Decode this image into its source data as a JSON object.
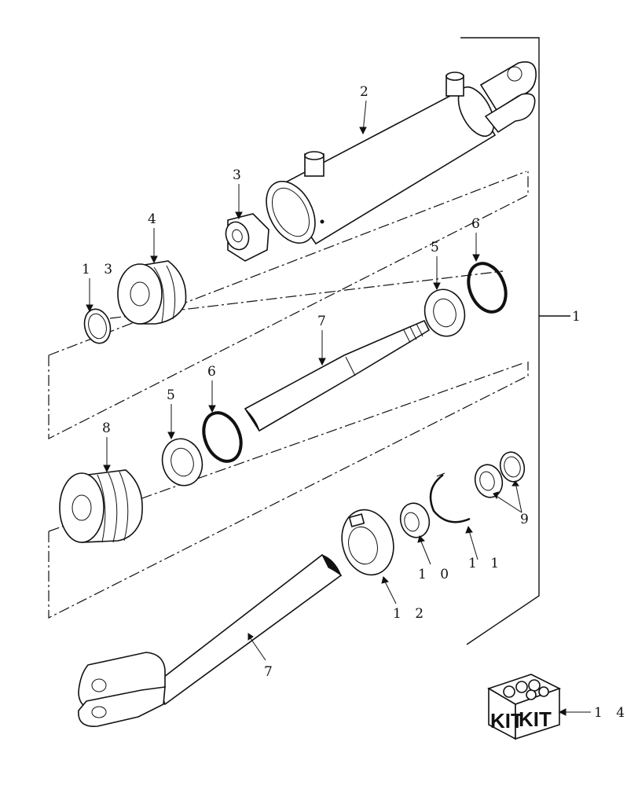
{
  "callouts": {
    "c1": "1",
    "c2": "2",
    "c3": "3",
    "c4": "4",
    "c5a": "5",
    "c5b": "5",
    "c6a": "6",
    "c6b": "6",
    "c7a": "7",
    "c7b": "7",
    "c8": "8",
    "c9": "9",
    "c10": "1 0",
    "c11": "1 1",
    "c12": "1 2",
    "c13": "1 3",
    "c14": "1 4"
  },
  "kit_box": {
    "left_label": "KIT",
    "right_label": "KIT"
  }
}
